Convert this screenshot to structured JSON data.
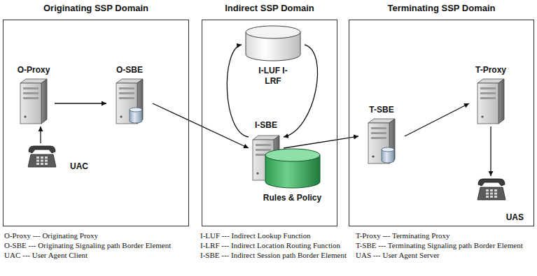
{
  "diagram": {
    "nodes": [
      {
        "text": [
          "Originating SSP Domain"
        ]
      },
      {
        "text": [
          "O-Proxy"
        ],
        "in": 0
      },
      {
        "text": [
          "O-SBE"
        ],
        "in": 0
      },
      {
        "text": [
          "UAC"
        ],
        "in": 0
      },
      {
        "text": [
          "Indirect SSP Domain"
        ]
      },
      {
        "text": [
          "I-LUF I-LRF"
        ],
        "in": 4
      },
      {
        "text": [
          "I-SBE"
        ],
        "in": 4
      },
      {
        "text": [
          "Rules & Policy"
        ],
        "in": 4
      },
      {
        "text": [
          "Terminating SSP Domain"
        ]
      },
      {
        "text": [
          "T-SBE"
        ],
        "in": 8
      },
      {
        "text": [
          "T-Proxy"
        ],
        "in": 8
      },
      {
        "text": [
          "UAS"
        ],
        "in": 8
      }
    ],
    "edges": [
      {
        "from": 3,
        "to": 1,
        "arrow": "to"
      },
      {
        "from": 1,
        "to": 2,
        "arrow": "to"
      },
      {
        "from": 2,
        "to": 6,
        "arrow": "to"
      },
      {
        "from": 6,
        "to": 5,
        "arrow": "to"
      },
      {
        "from": 5,
        "to": 6,
        "arrow": "to"
      },
      {
        "from": 6,
        "to": 9,
        "arrow": "to"
      },
      {
        "from": 9,
        "to": 10,
        "arrow": "to"
      },
      {
        "from": 10,
        "to": 11,
        "arrow": "to"
      }
    ],
    "labels": [
      "O-Proxy --- Originating Proxy",
      "O-SBE --- Originating Signaling path Border Element",
      "UAC --- User Agent Client",
      "I-LUF --- Indirect Lookup Function",
      "I-LRF --- Indirect Location Routing Function",
      "I-SBE --- Indirect Session path Border Element",
      "T-Proxy --- Terminating Proxy",
      "T-SBE --- Terminating Signaling path Border Element",
      "UAS --- User Agent Server"
    ]
  }
}
